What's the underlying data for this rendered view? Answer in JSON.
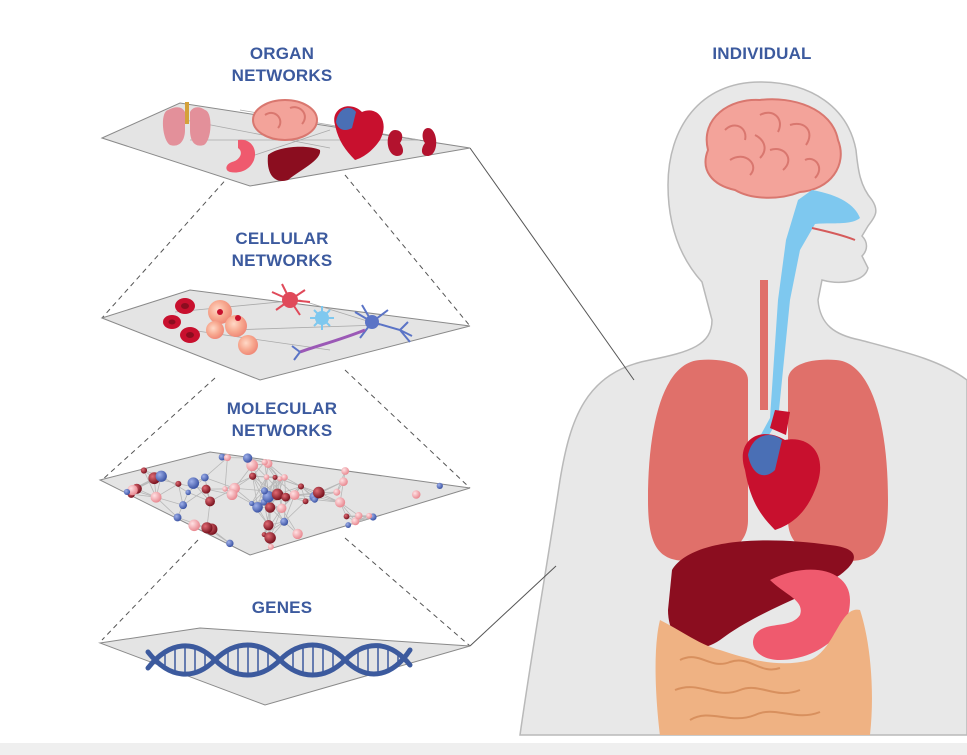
{
  "labels": {
    "organ": [
      "ORGAN",
      "NETWORKS"
    ],
    "cellular": [
      "CELLULAR",
      "NETWORKS"
    ],
    "molecular": [
      "MOLECULAR",
      "NETWORKS"
    ],
    "genes": "GENES",
    "individual": "INDIVIDUAL"
  },
  "colors": {
    "label_text": "#3c5a9e",
    "plane_fill": "#e4e4e4",
    "plane_stroke": "#8a8a8a",
    "body_fill": "#e8e8e8",
    "brain": "#f3a39a",
    "lungs": "#e0706a",
    "heart_red": "#c8102e",
    "heart_blue": "#4a6fb5",
    "liver": "#8b0d1f",
    "stomach": "#ef5a6e",
    "intestine": "#efb283",
    "airway": "#7ec8ef",
    "dna": "#3c5a9e",
    "node_red": "#9b1b2a",
    "node_blue": "#5b74c6",
    "node_pink": "#f4a0a6"
  },
  "icons": [
    "lungs-icon",
    "brain-icon",
    "heart-icon",
    "kidney-icon",
    "stomach-icon",
    "liver-icon",
    "red-blood-cell-icon",
    "neuron-icon",
    "virus-icon",
    "dna-helix-icon"
  ]
}
